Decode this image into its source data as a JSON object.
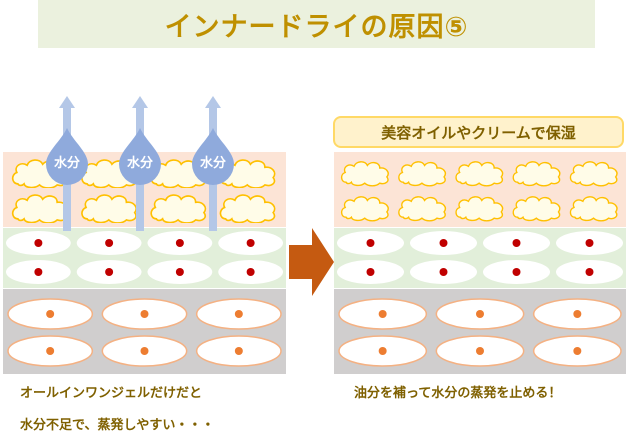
{
  "title": "インナードライの原因⑤",
  "left_panel": {
    "droplet_label": "水分",
    "droplet_count": 3,
    "cloud_rows": 2,
    "cloud_cols": 4,
    "cell_rows": 2,
    "cell_cols": 4,
    "base_rows": 2,
    "base_cols": 3,
    "caption_line1": "オールインワンジェルだけだと",
    "caption_line2": "水分不足で、蒸発しやすい・・・"
  },
  "right_panel": {
    "label": "美容オイルやクリームで保湿",
    "cloud_rows": 2,
    "cloud_cols": 5,
    "cell_rows": 2,
    "cell_cols": 4,
    "base_rows": 2,
    "base_cols": 3,
    "caption": "油分を補って水分の蒸発を止める！"
  },
  "colors": {
    "title_bg": "#ebf1de",
    "title_text": "#bf9000",
    "cloud_layer": "#fce4d6",
    "cloud_fill": "#fffce8",
    "cloud_stroke": "#ffc000",
    "cell_layer": "#e2efda",
    "cell_dot": "#c00000",
    "base_layer": "#d0cece",
    "base_cell_stroke": "#f4b183",
    "base_dot": "#ed7d31",
    "droplet": "#8faadc",
    "arrow_up": "#b4c7e7",
    "transition_arrow": "#c55a11",
    "caption_text": "#7f6000"
  }
}
